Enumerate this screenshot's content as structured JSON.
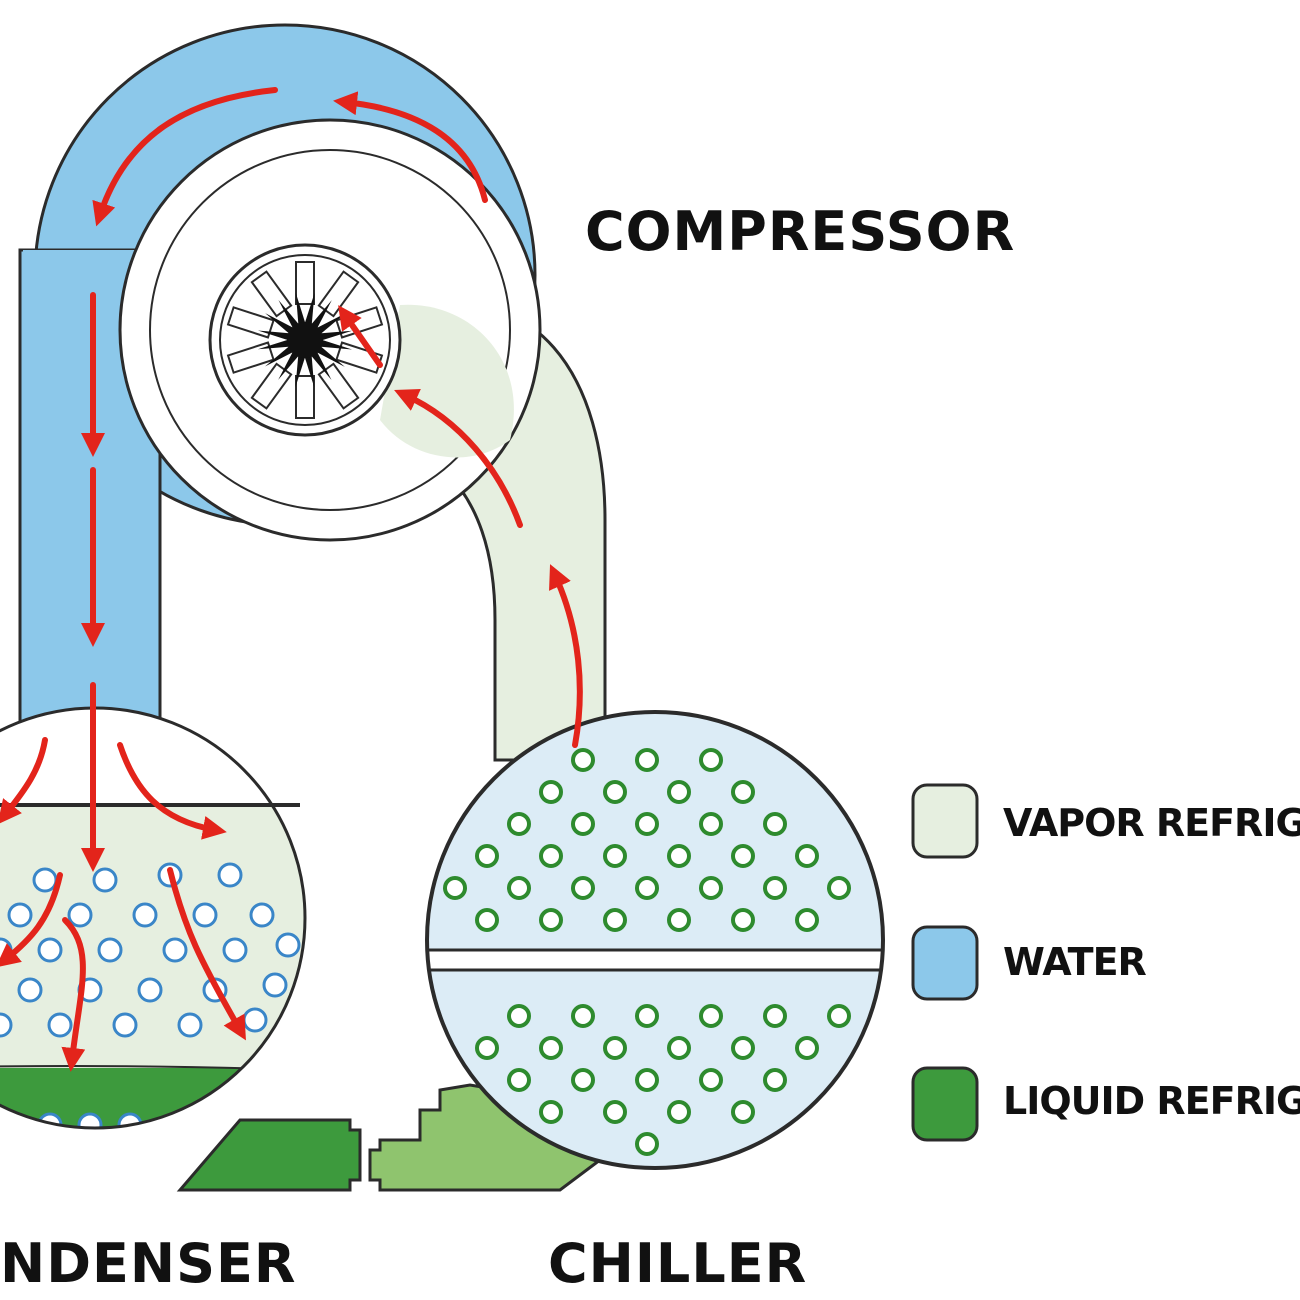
{
  "labels": {
    "compressor": "COMPRESSOR",
    "condenser": "NDENSER",
    "chiller": "CHILLER"
  },
  "legend": [
    {
      "key": "vapor",
      "label": "VAPOR REFRIGE",
      "color": "#e6efe0"
    },
    {
      "key": "water",
      "label": "WATER",
      "color": "#8cc8ea"
    },
    {
      "key": "liquid",
      "label": "LIQUID REFRIGE",
      "color": "#3d9a3d"
    }
  ],
  "colors": {
    "water": "#8cc8ea",
    "vapor": "#e6efe0",
    "liquid_dark": "#3d9a3d",
    "liquid_light": "#8fc46e",
    "chiller_fill": "#dcecf6",
    "flow_arrow": "#e3241b",
    "outline": "#2b2b2b"
  },
  "icons": {
    "impeller": "impeller-icon",
    "tube": "tube-circle-icon",
    "arrow": "flow-arrow-icon"
  }
}
